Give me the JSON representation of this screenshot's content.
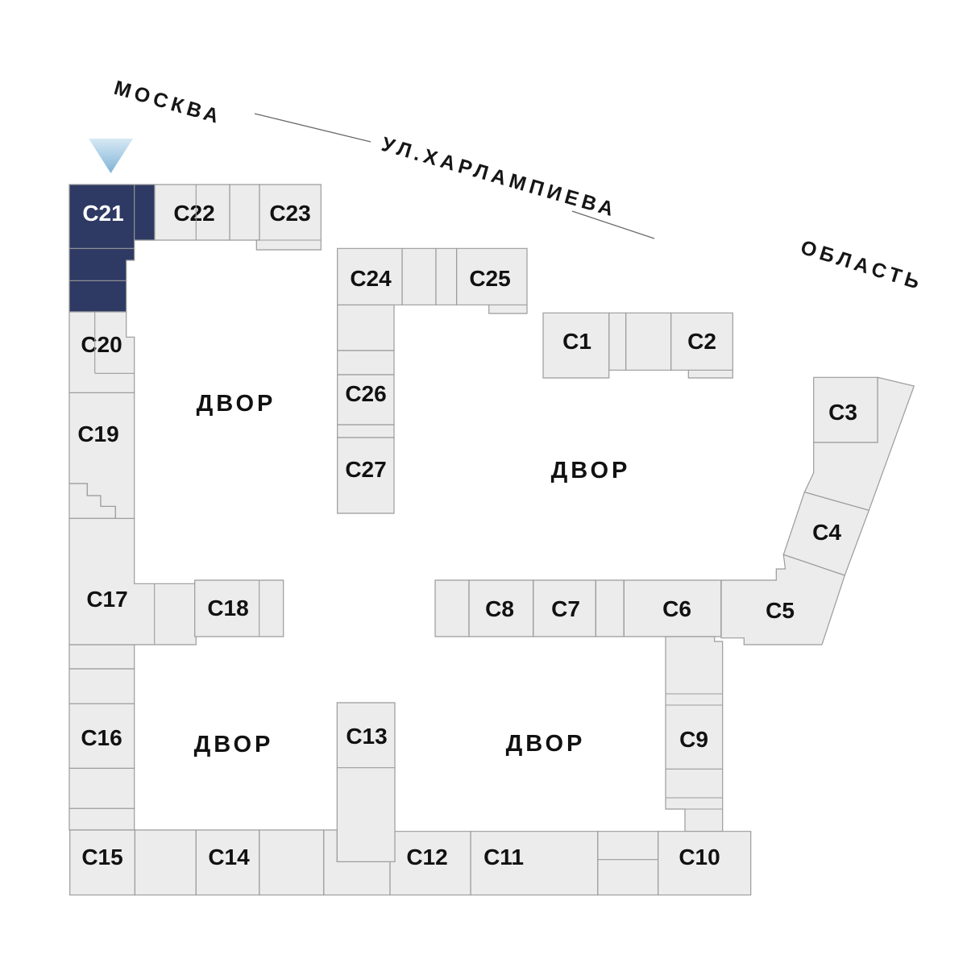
{
  "map": {
    "marker": {
      "type": "location-arrow",
      "points_to": "C21"
    },
    "street": {
      "city_label": "МОСКВА",
      "street_name": "УЛ.ХАРЛАМПИЕВА",
      "region_label": "ОБЛАСТЬ"
    },
    "highlighted_building": "C21",
    "courtyards": [
      {
        "label": "ДВОР"
      },
      {
        "label": "ДВОР"
      },
      {
        "label": "ДВОР"
      },
      {
        "label": "ДВОР"
      }
    ],
    "colors": {
      "building_fill": "#ececec",
      "building_stroke": "#9b9b9b",
      "highlight_fill": "#2e3a63",
      "highlight_text": "#ffffff",
      "label_text": "#111111",
      "arrow_gradient_top": "#d7e9f5",
      "arrow_gradient_bottom": "#7fb3d6"
    },
    "buildings": [
      {
        "id": "C1",
        "label": "C1"
      },
      {
        "id": "C2",
        "label": "C2"
      },
      {
        "id": "C3",
        "label": "C3"
      },
      {
        "id": "C4",
        "label": "C4"
      },
      {
        "id": "C5",
        "label": "C5"
      },
      {
        "id": "C6",
        "label": "C6"
      },
      {
        "id": "C7",
        "label": "C7"
      },
      {
        "id": "C8",
        "label": "C8"
      },
      {
        "id": "C9",
        "label": "C9"
      },
      {
        "id": "C10",
        "label": "C10"
      },
      {
        "id": "C11",
        "label": "C11"
      },
      {
        "id": "C12",
        "label": "C12"
      },
      {
        "id": "C13",
        "label": "C13"
      },
      {
        "id": "C14",
        "label": "C14"
      },
      {
        "id": "C15",
        "label": "C15"
      },
      {
        "id": "C16",
        "label": "C16"
      },
      {
        "id": "C17",
        "label": "C17"
      },
      {
        "id": "C18",
        "label": "C18"
      },
      {
        "id": "C19",
        "label": "C19"
      },
      {
        "id": "C20",
        "label": "C20"
      },
      {
        "id": "C21",
        "label": "C21"
      },
      {
        "id": "C22",
        "label": "C22"
      },
      {
        "id": "C23",
        "label": "C23"
      },
      {
        "id": "C24",
        "label": "C24"
      },
      {
        "id": "C25",
        "label": "C25"
      },
      {
        "id": "C26",
        "label": "C26"
      },
      {
        "id": "C27",
        "label": "C27"
      }
    ]
  }
}
